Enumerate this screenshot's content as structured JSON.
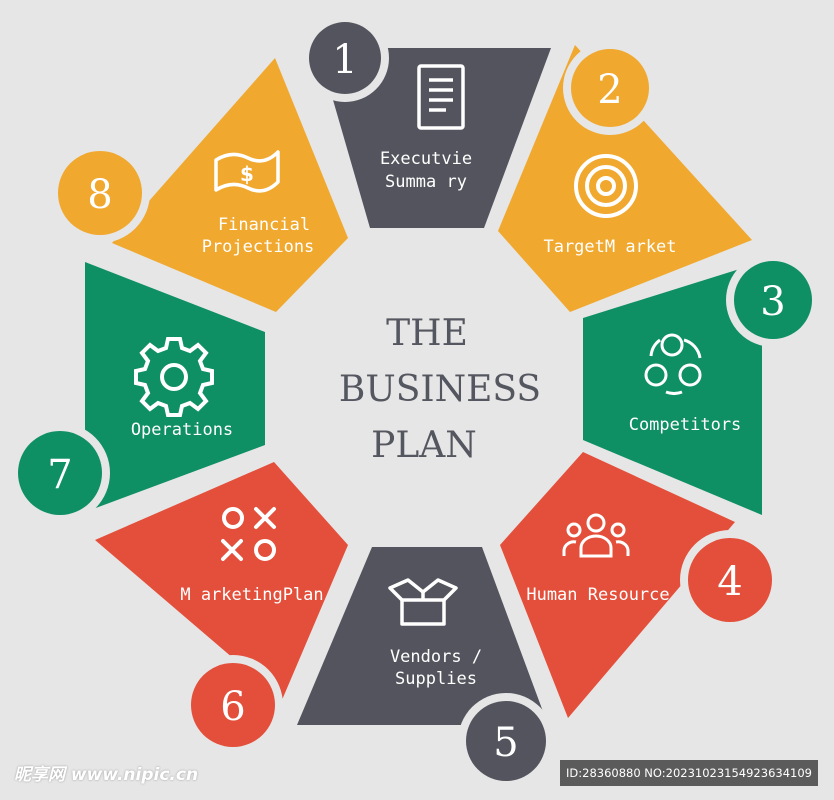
{
  "colors": {
    "background": "#e6e6e6",
    "orange": "#f0a82e",
    "green": "#0e8f64",
    "red": "#e34f3a",
    "dark": "#53545d",
    "center_text": "#555760"
  },
  "center": {
    "line1": "THE",
    "line2": "BUSINESS",
    "line3": "PLAN"
  },
  "segments": [
    {
      "number": "1",
      "label1": "Executvie",
      "label2": "Summa ry",
      "color": "#53545d",
      "icon": "document-icon"
    },
    {
      "number": "2",
      "label1": "TargetM arket",
      "label2": "",
      "color": "#f0a82e",
      "icon": "target-icon"
    },
    {
      "number": "3",
      "label1": "Competitors",
      "label2": "",
      "color": "#0e8f64",
      "icon": "network-users-icon"
    },
    {
      "number": "4",
      "label1": "Human Resource",
      "label2": "",
      "color": "#e34f3a",
      "icon": "team-icon"
    },
    {
      "number": "5",
      "label1": "Vendors /",
      "label2": "Supplies",
      "color": "#53545d",
      "icon": "open-box-icon"
    },
    {
      "number": "6",
      "label1": "M arketingPlan",
      "label2": "",
      "color": "#e34f3a",
      "icon": "tic-tac-toe-icon"
    },
    {
      "number": "7",
      "label1": "Operations",
      "label2": "",
      "color": "#0e8f64",
      "icon": "gear-icon"
    },
    {
      "number": "8",
      "label1": "Financial",
      "label2": "Projections",
      "color": "#f0a82e",
      "icon": "dollar-bill-icon"
    }
  ],
  "footer": {
    "logo": "昵享网 www.nipic.cn",
    "id_text": "ID:28360880 NO:20231023154923634109"
  }
}
